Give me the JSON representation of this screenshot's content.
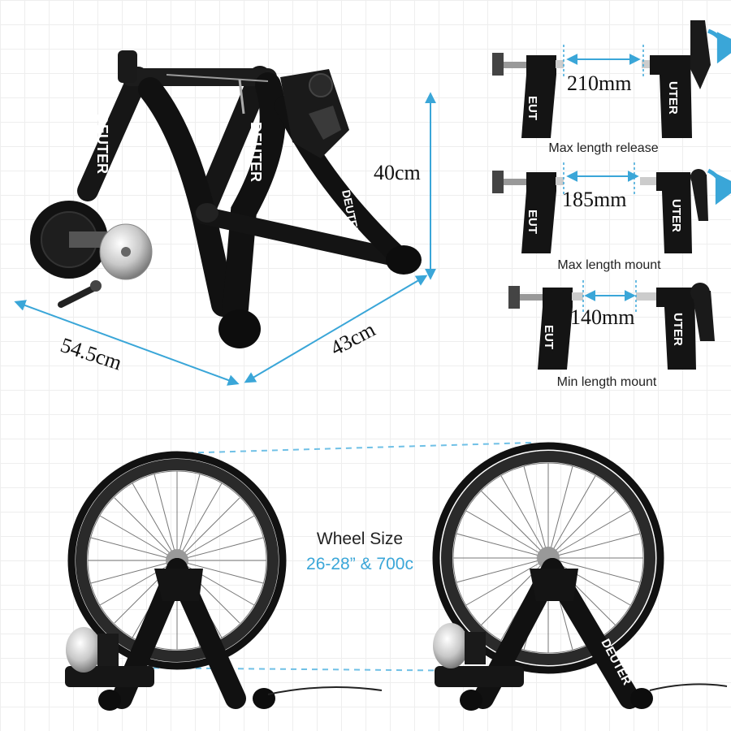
{
  "colors": {
    "accent": "#3aa6d8",
    "frame": "#141414",
    "text": "#111111",
    "dashed_line": "#6fc0e6"
  },
  "trainer": {
    "brand": "DEUTER",
    "dimensions": {
      "height": "40cm",
      "length": "54.5cm",
      "width": "43cm"
    }
  },
  "axle_settings": [
    {
      "value": "210mm",
      "caption": "Max length release"
    },
    {
      "value": "185mm",
      "caption": "Max length mount"
    },
    {
      "value": "140mm",
      "caption": "Min length mount"
    }
  ],
  "wheel": {
    "title": "Wheel Size",
    "sizes": "26-28” & 700c"
  },
  "icons": [
    "rotate-arrow-icon",
    "rotate-arrow-icon"
  ]
}
